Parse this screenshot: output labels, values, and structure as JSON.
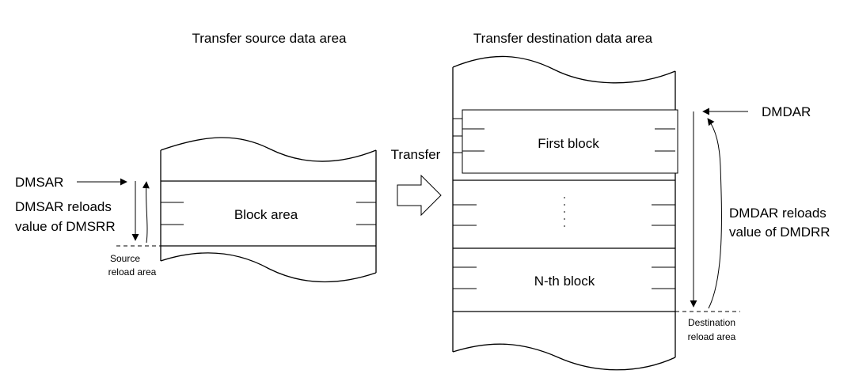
{
  "title_source": "Transfer source data area",
  "title_destination": "Transfer destination data area",
  "transfer_label": "Transfer",
  "source": {
    "pointer_label": "DMSAR",
    "reload_label_line1": "DMSAR reloads",
    "reload_label_line2": "value of DMSRR",
    "block_label": "Block area",
    "reload_area_line1": "Source",
    "reload_area_line2": "reload area"
  },
  "destination": {
    "pointer_label": "DMDAR",
    "reload_label_line1": "DMDAR reloads",
    "reload_label_line2": "value of DMDRR",
    "first_block_label": "First block",
    "nth_block_label": "N-th block",
    "reload_area_line1": "Destination",
    "reload_area_line2": "reload area"
  }
}
